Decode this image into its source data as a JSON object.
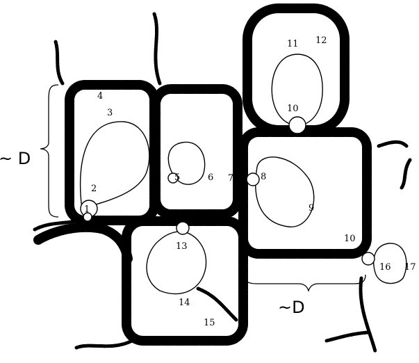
{
  "labels": {
    "n1": "1",
    "n2": "2",
    "n3": "3",
    "n4": "4",
    "n5": "5",
    "n6": "6",
    "n7": "7",
    "n8": "8",
    "n9": "9",
    "n10a": "10",
    "n10b": "10",
    "n11": "11",
    "n12": "12",
    "n13": "13",
    "n14": "14",
    "n15": "15",
    "n16": "16",
    "n17": "17"
  },
  "dimensions": {
    "vertical": "~ D",
    "horizontal": "~D"
  }
}
